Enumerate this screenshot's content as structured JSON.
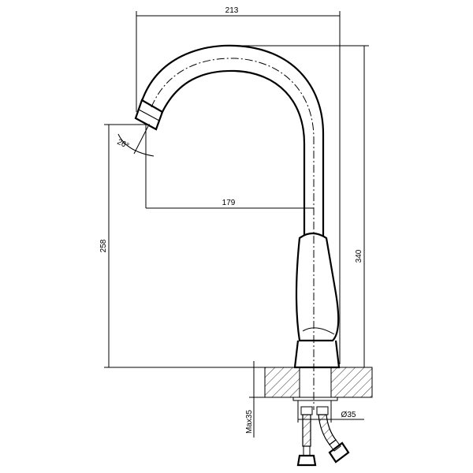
{
  "title": "Faucet dimension drawing",
  "dimensions": {
    "overall_reach": "213",
    "spout_reach": "179",
    "spout_height": "258",
    "overall_height": "340",
    "spout_angle": "26°",
    "max_counter_thickness": "Max35",
    "hole_diameter": "Ø35"
  },
  "colors": {
    "line": "#000000",
    "background": "#ffffff"
  }
}
